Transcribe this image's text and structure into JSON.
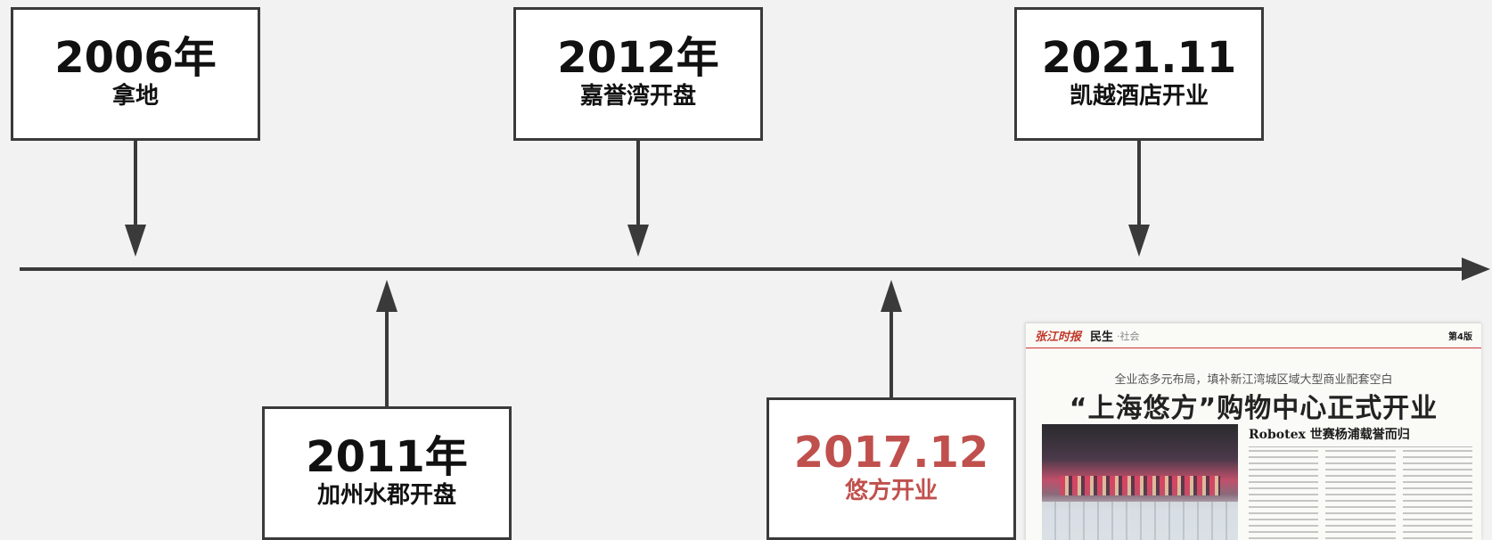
{
  "colors": {
    "background": "#f2f2f2",
    "axis": "#3a3a3a",
    "box_border": "#3a3a3a",
    "text": "#111111",
    "highlight": "#c0504d"
  },
  "timeline": {
    "events": [
      {
        "id": "2006",
        "year": "2006年",
        "event": "拿地",
        "side": "above",
        "highlight": false
      },
      {
        "id": "2011",
        "year": "2011年",
        "event": "加州水郡开盘",
        "side": "below",
        "highlight": false
      },
      {
        "id": "2012",
        "year": "2012年",
        "event": "嘉誉湾开盘",
        "side": "above",
        "highlight": false
      },
      {
        "id": "2017",
        "year": "2017.12",
        "event": "悠方开业",
        "side": "below",
        "highlight": true
      },
      {
        "id": "2021",
        "year": "2021.11",
        "event": "凯越酒店开业",
        "side": "above",
        "highlight": false
      }
    ]
  },
  "clipping": {
    "masthead": "张江时报",
    "section": "民生",
    "subsection": "·社会",
    "page": "第4版",
    "kicker": "全业态多元布局，填补新江湾城区域大型商业配套空白",
    "headline": "“上海悠方”购物中心正式开业",
    "subheadline": "Robotex 世赛杨浦载誉而归"
  }
}
